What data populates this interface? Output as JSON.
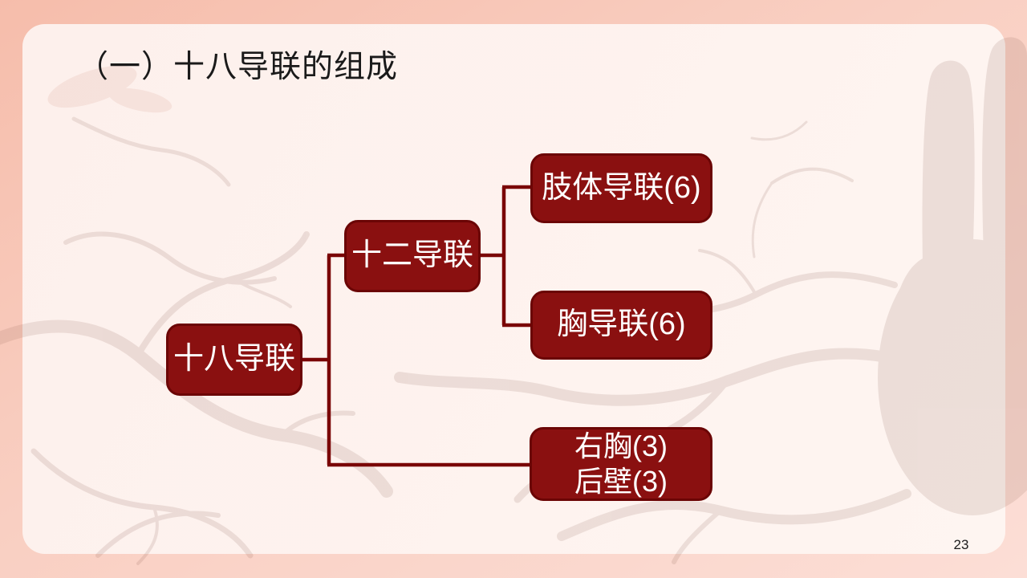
{
  "slide": {
    "title": "（一）十八导联的组成",
    "page_number": "23"
  },
  "diagram": {
    "description": "Tree diagram of the composition of the 18-lead ECG",
    "nodes": {
      "root": {
        "label": "十八导联"
      },
      "twelve": {
        "label": "十二导联"
      },
      "limb": {
        "label": "肢体导联(6)"
      },
      "chest": {
        "label": "胸导联(6)"
      },
      "right_posterior": {
        "line1": "右胸(3)",
        "line2": "后壁(3)"
      }
    },
    "edges": [
      "十八导联→十二导联",
      "十八导联→右胸(3)后壁(3)",
      "十二导联→肢体导联(6)",
      "十二导联→胸导联(6)"
    ]
  },
  "colors": {
    "node_fill": "#8a1010",
    "node_border": "#6b0505",
    "node_text": "#ffffff",
    "connector": "#7a0505",
    "card_background": "#fdf2ee",
    "frame_gradient_top": "#f6bdab",
    "frame_gradient_bottom": "#fcded6",
    "title_text": "#1a1a1a",
    "watermark_tint": "#7a4a3e"
  }
}
